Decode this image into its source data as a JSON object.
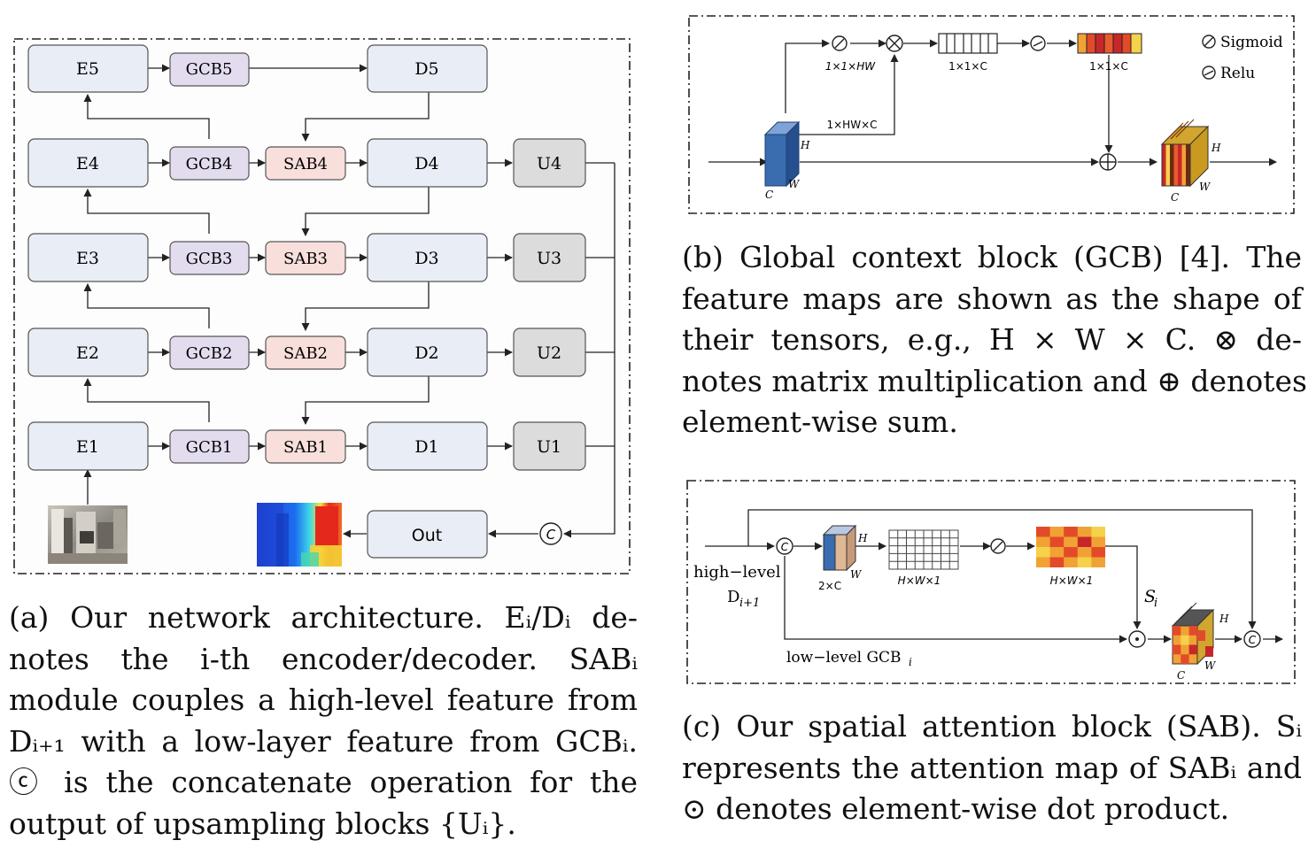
{
  "panel_a": {
    "encoders": [
      "E5",
      "E4",
      "E3",
      "E2",
      "E1"
    ],
    "gcb": [
      "GCB5",
      "GCB4",
      "GCB3",
      "GCB2",
      "GCB1"
    ],
    "sab": [
      "SAB4",
      "SAB3",
      "SAB2",
      "SAB1"
    ],
    "decoders": [
      "D5",
      "D4",
      "D3",
      "D2",
      "D1"
    ],
    "upsamplers": [
      "U4",
      "U3",
      "U2",
      "U1"
    ],
    "out_label": "Out",
    "concat_symbol": "C",
    "colors": {
      "encoder": "#e9eef6",
      "gcb": "#e3dcef",
      "sab": "#f8dfdb",
      "up": "#dcdcdc",
      "border": "#555555"
    }
  },
  "panel_b": {
    "dim_top1": "1×1×HW",
    "dim_top2": "1×1×C",
    "dim_top3": "1×1×C",
    "dim_mid": "1×HW×C",
    "h": "H",
    "w": "W",
    "c": "C",
    "legend_sigmoid": "Sigmoid",
    "legend_relu": "Relu",
    "colors": {
      "tensor": "#3a6cb0",
      "bar": [
        "#f6d14a",
        "#e34a2a",
        "#f1a234",
        "#c8272a",
        "#f5c13c",
        "#e85b2f",
        "#f0b93c"
      ]
    }
  },
  "panel_c": {
    "high_level": "high−level",
    "d_label": "D",
    "d_sub": "i+1",
    "low_level": "low−level  GCB",
    "low_sub": "i",
    "dim1": "2×C",
    "dim2": "H×W×1",
    "dim3": "H×W×1",
    "s_label": "S",
    "s_sub": "i",
    "h": "H",
    "w": "W",
    "c": "C"
  },
  "captions": {
    "a": [
      "(a) Our network architecture. Eᵢ/Dᵢ de-",
      "notes the i-th encoder/decoder. SABᵢ",
      "module couples a high-level feature from",
      "Dᵢ₊₁ with a low-layer feature from GCBᵢ.",
      "ⓒ is the concatenate operation for the",
      "output of upsampling blocks {Uᵢ}."
    ],
    "b": [
      "(b) Global context block (GCB) [4]. The",
      "feature maps are shown as the shape of",
      "their tensors, e.g., H × W × C. ⊗ de-",
      "notes matrix multiplication and ⊕ denotes",
      "element-wise sum."
    ],
    "c": [
      "(c) Our spatial attention block (SAB). Sᵢ",
      "represents the attention map of SABᵢ and",
      "⊙ denotes element-wise dot product."
    ]
  }
}
